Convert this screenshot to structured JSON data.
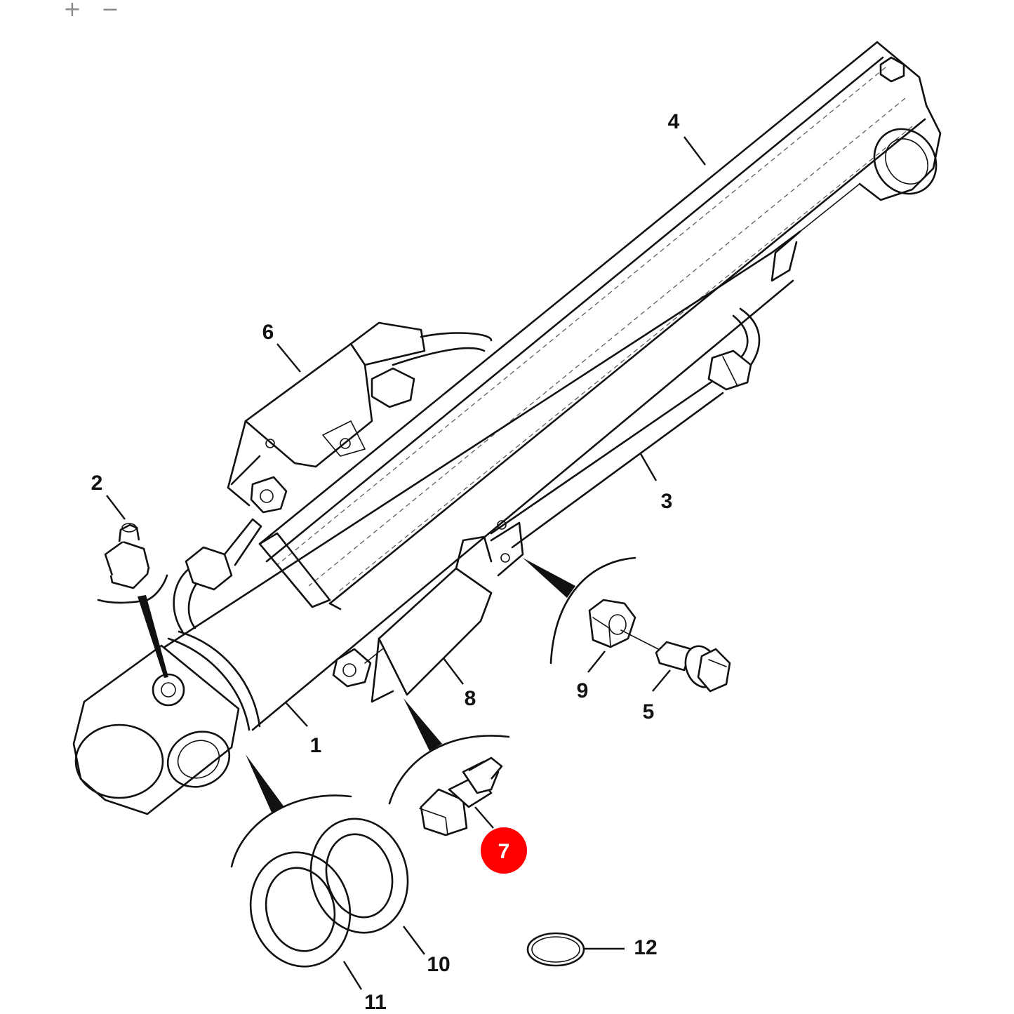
{
  "toolbar": {
    "zoom_in": "+",
    "zoom_out": "−"
  },
  "colors": {
    "line": "#111111",
    "highlight": "#ff0000",
    "background": "#ffffff",
    "toolbar_icon": "#8a8a8a"
  },
  "parts": {
    "p1": "1",
    "p2": "2",
    "p3": "3",
    "p4": "4",
    "p5": "5",
    "p6": "6",
    "p7": "7",
    "p8": "8",
    "p9": "9",
    "p10": "10",
    "p11": "11",
    "p12": "12"
  },
  "highlighted_part": "7"
}
